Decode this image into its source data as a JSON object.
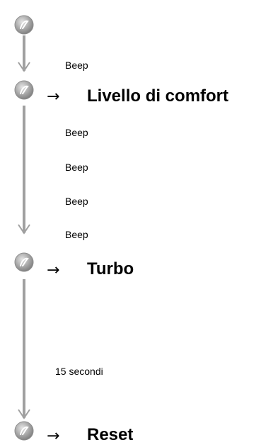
{
  "states": [
    {
      "title": ""
    },
    {
      "title": "Livello di comfort"
    },
    {
      "title": "Turbo"
    },
    {
      "title": "Reset"
    }
  ],
  "arrow_symbol": "→",
  "notes": {
    "step1": [
      "Beep"
    ],
    "step2": [
      "Beep",
      "Beep",
      "Beep",
      "Beep"
    ],
    "step3": [
      "15 secondi"
    ]
  },
  "colors": {
    "button_outer": "#a6a6a6",
    "button_inner": "#8a8a8a",
    "connector": "#a0a0a0"
  },
  "icons": {
    "button": "round-button-icon",
    "connector": "down-arrow-icon"
  }
}
